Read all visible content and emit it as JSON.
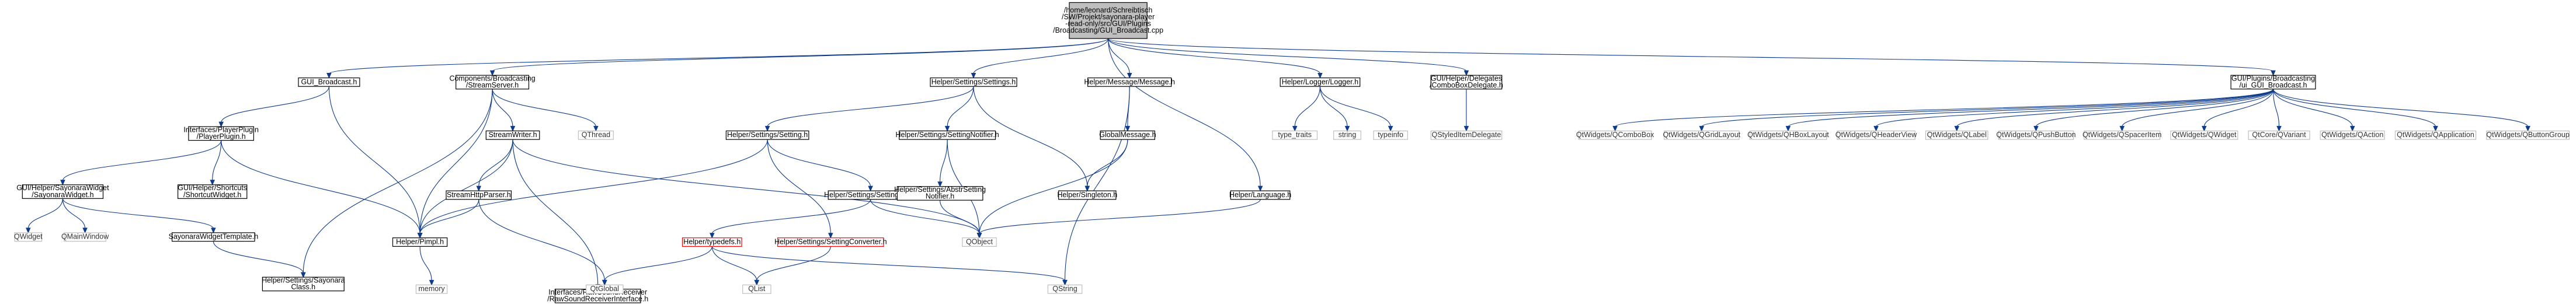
{
  "graph": {
    "nodes": [
      {
        "id": "root",
        "kind": "root",
        "lines": [
          "/home/leonard/Schreibtisch",
          "/SW/Projekt/sayonara-player",
          "-read-only/src/GUI/Plugins",
          "/Broadcasting/GUI_Broadcast.cpp"
        ]
      },
      {
        "id": "gui_broadcast_h",
        "kind": "normal",
        "lines": [
          "GUI_Broadcast.h"
        ]
      },
      {
        "id": "streamserver",
        "kind": "normal",
        "lines": [
          "Components/Broadcasting",
          "/StreamServer.h"
        ]
      },
      {
        "id": "settings_h",
        "kind": "normal",
        "lines": [
          "Helper/Settings/Settings.h"
        ]
      },
      {
        "id": "message_h",
        "kind": "normal",
        "lines": [
          "Helper/Message/Message.h"
        ]
      },
      {
        "id": "logger_h",
        "kind": "normal",
        "lines": [
          "Helper/Logger/Logger.h"
        ]
      },
      {
        "id": "combobox_delegate",
        "kind": "normal",
        "lines": [
          "GUI/Helper/Delegates",
          "/ComboBoxDelegate.h"
        ]
      },
      {
        "id": "ui_gui_broadcast",
        "kind": "normal",
        "lines": [
          "GUI/Plugins/Broadcasting",
          "/ui_GUI_Broadcast.h"
        ]
      },
      {
        "id": "playerplugin",
        "kind": "normal",
        "lines": [
          "Interfaces/PlayerPlugin",
          "/PlayerPlugin.h"
        ]
      },
      {
        "id": "streamwriter",
        "kind": "normal",
        "lines": [
          "StreamWriter.h"
        ]
      },
      {
        "id": "qthread",
        "kind": "ext",
        "lines": [
          "QThread"
        ]
      },
      {
        "id": "setting_h",
        "kind": "normal",
        "lines": [
          "Helper/Settings/Setting.h"
        ]
      },
      {
        "id": "settingnotifier",
        "kind": "normal",
        "lines": [
          "Helper/Settings/SettingNotifier.h"
        ]
      },
      {
        "id": "globalmessage",
        "kind": "normal",
        "lines": [
          "GlobalMessage.h"
        ]
      },
      {
        "id": "type_traits",
        "kind": "ext",
        "lines": [
          "type_traits"
        ]
      },
      {
        "id": "string",
        "kind": "ext",
        "lines": [
          "string"
        ]
      },
      {
        "id": "typeinfo",
        "kind": "ext",
        "lines": [
          "typeinfo"
        ]
      },
      {
        "id": "qstyleditemdelegate",
        "kind": "ext",
        "lines": [
          "QStyledItemDelegate"
        ]
      },
      {
        "id": "q_combobox",
        "kind": "ext",
        "lines": [
          "QtWidgets/QComboBox"
        ]
      },
      {
        "id": "q_gridlayout",
        "kind": "ext",
        "lines": [
          "QtWidgets/QGridLayout"
        ]
      },
      {
        "id": "q_hboxlayout",
        "kind": "ext",
        "lines": [
          "QtWidgets/QHBoxLayout"
        ]
      },
      {
        "id": "q_headerview",
        "kind": "ext",
        "lines": [
          "QtWidgets/QHeaderView"
        ]
      },
      {
        "id": "q_label",
        "kind": "ext",
        "lines": [
          "QtWidgets/QLabel"
        ]
      },
      {
        "id": "q_pushbutton",
        "kind": "ext",
        "lines": [
          "QtWidgets/QPushButton"
        ]
      },
      {
        "id": "q_spaceritem",
        "kind": "ext",
        "lines": [
          "QtWidgets/QSpacerItem"
        ]
      },
      {
        "id": "q_widget_w",
        "kind": "ext",
        "lines": [
          "QtWidgets/QWidget"
        ]
      },
      {
        "id": "q_variant",
        "kind": "ext",
        "lines": [
          "QtCore/QVariant"
        ]
      },
      {
        "id": "q_action",
        "kind": "ext",
        "lines": [
          "QtWidgets/QAction"
        ]
      },
      {
        "id": "q_application",
        "kind": "ext",
        "lines": [
          "QtWidgets/QApplication"
        ]
      },
      {
        "id": "q_buttongroup",
        "kind": "ext",
        "lines": [
          "QtWidgets/QButtonGroup"
        ]
      },
      {
        "id": "sayonarawidget",
        "kind": "normal",
        "lines": [
          "GUI/Helper/SayonaraWidget",
          "/SayonaraWidget.h"
        ]
      },
      {
        "id": "shortcutwidget",
        "kind": "normal",
        "lines": [
          "GUI/Helper/Shortcuts",
          "/ShortcutWidget.h"
        ]
      },
      {
        "id": "streamhttpparser",
        "kind": "normal",
        "lines": [
          "StreamHttpParser.h"
        ]
      },
      {
        "id": "rawsoundreceiver",
        "kind": "normal",
        "lines": [
          "Interfaces/RawSoundReceiver",
          "/RawSoundReceiverInterface.h"
        ]
      },
      {
        "id": "settingkey",
        "kind": "normal",
        "lines": [
          "Helper/Settings/SettingKey.h"
        ]
      },
      {
        "id": "abstractsettingnotifier",
        "kind": "normal",
        "lines": [
          "Helper/Settings/AbstrSetting",
          "Notifier.h"
        ]
      },
      {
        "id": "singleton",
        "kind": "normal",
        "lines": [
          "Helper/Singleton.h"
        ]
      },
      {
        "id": "language",
        "kind": "normal",
        "lines": [
          "Helper/Language.h"
        ]
      },
      {
        "id": "qwidget",
        "kind": "ext",
        "lines": [
          "QWidget"
        ]
      },
      {
        "id": "qmainwindow",
        "kind": "ext",
        "lines": [
          "QMainWindow"
        ]
      },
      {
        "id": "sayonarawidgettemplate",
        "kind": "normal",
        "lines": [
          "SayonaraWidgetTemplate.h"
        ]
      },
      {
        "id": "helper_pimpl",
        "kind": "normal",
        "lines": [
          "Helper/Pimpl.h"
        ]
      },
      {
        "id": "typedefs",
        "kind": "trunc",
        "lines": [
          "Helper/typedefs.h"
        ]
      },
      {
        "id": "settingconverter",
        "kind": "trunc",
        "lines": [
          "Helper/Settings/SettingConverter.h"
        ]
      },
      {
        "id": "qobject",
        "kind": "ext",
        "lines": [
          "QObject"
        ]
      },
      {
        "id": "sayonaraclass",
        "kind": "normal",
        "lines": [
          "Helper/Settings/Sayonara",
          "Class.h"
        ]
      },
      {
        "id": "memory",
        "kind": "ext",
        "lines": [
          "memory"
        ]
      },
      {
        "id": "qtglobal",
        "kind": "ext",
        "lines": [
          "QtGlobal"
        ]
      },
      {
        "id": "qlist",
        "kind": "ext",
        "lines": [
          "QList"
        ]
      },
      {
        "id": "qstring",
        "kind": "ext",
        "lines": [
          "QString"
        ]
      }
    ],
    "edges": [
      [
        "root",
        "gui_broadcast_h"
      ],
      [
        "root",
        "streamserver"
      ],
      [
        "root",
        "settings_h"
      ],
      [
        "root",
        "message_h"
      ],
      [
        "root",
        "logger_h"
      ],
      [
        "root",
        "combobox_delegate"
      ],
      [
        "root",
        "ui_gui_broadcast"
      ],
      [
        "root",
        "language"
      ],
      [
        "gui_broadcast_h",
        "playerplugin"
      ],
      [
        "gui_broadcast_h",
        "helper_pimpl"
      ],
      [
        "streamserver",
        "streamwriter"
      ],
      [
        "streamserver",
        "qthread"
      ],
      [
        "streamserver",
        "helper_pimpl"
      ],
      [
        "streamserver",
        "sayonaraclass"
      ],
      [
        "settings_h",
        "setting_h"
      ],
      [
        "settings_h",
        "settingnotifier"
      ],
      [
        "settings_h",
        "singleton"
      ],
      [
        "message_h",
        "globalmessage"
      ],
      [
        "message_h",
        "qstring"
      ],
      [
        "logger_h",
        "type_traits"
      ],
      [
        "logger_h",
        "string"
      ],
      [
        "logger_h",
        "typeinfo"
      ],
      [
        "combobox_delegate",
        "qstyleditemdelegate"
      ],
      [
        "ui_gui_broadcast",
        "q_combobox"
      ],
      [
        "ui_gui_broadcast",
        "q_gridlayout"
      ],
      [
        "ui_gui_broadcast",
        "q_hboxlayout"
      ],
      [
        "ui_gui_broadcast",
        "q_headerview"
      ],
      [
        "ui_gui_broadcast",
        "q_label"
      ],
      [
        "ui_gui_broadcast",
        "q_pushbutton"
      ],
      [
        "ui_gui_broadcast",
        "q_spaceritem"
      ],
      [
        "ui_gui_broadcast",
        "q_widget_w"
      ],
      [
        "ui_gui_broadcast",
        "q_variant"
      ],
      [
        "ui_gui_broadcast",
        "q_action"
      ],
      [
        "ui_gui_broadcast",
        "q_application"
      ],
      [
        "ui_gui_broadcast",
        "q_buttongroup"
      ],
      [
        "playerplugin",
        "sayonarawidget"
      ],
      [
        "playerplugin",
        "shortcutwidget"
      ],
      [
        "playerplugin",
        "helper_pimpl"
      ],
      [
        "streamwriter",
        "streamhttpparser"
      ],
      [
        "streamwriter",
        "rawsoundreceiver"
      ],
      [
        "streamwriter",
        "helper_pimpl"
      ],
      [
        "streamwriter",
        "qobject"
      ],
      [
        "setting_h",
        "settingkey"
      ],
      [
        "setting_h",
        "settingconverter"
      ],
      [
        "setting_h",
        "helper_pimpl"
      ],
      [
        "settingnotifier",
        "abstractsettingnotifier"
      ],
      [
        "settingnotifier",
        "qobject"
      ],
      [
        "globalmessage",
        "singleton"
      ],
      [
        "globalmessage",
        "qobject"
      ],
      [
        "language",
        "qobject"
      ],
      [
        "sayonarawidget",
        "qwidget"
      ],
      [
        "sayonarawidget",
        "qmainwindow"
      ],
      [
        "sayonarawidget",
        "sayonarawidgettemplate"
      ],
      [
        "sayonarawidgettemplate",
        "sayonaraclass"
      ],
      [
        "streamhttpparser",
        "helper_pimpl"
      ],
      [
        "streamhttpparser",
        "qtglobal"
      ],
      [
        "rawsoundreceiver",
        "qtglobal"
      ],
      [
        "settingkey",
        "typedefs"
      ],
      [
        "settingkey",
        "qobject"
      ],
      [
        "abstractsettingnotifier",
        "qobject"
      ],
      [
        "helper_pimpl",
        "memory"
      ],
      [
        "typedefs",
        "qtglobal"
      ],
      [
        "typedefs",
        "qlist"
      ],
      [
        "typedefs",
        "qstring"
      ],
      [
        "settingconverter",
        "qlist"
      ]
    ]
  }
}
